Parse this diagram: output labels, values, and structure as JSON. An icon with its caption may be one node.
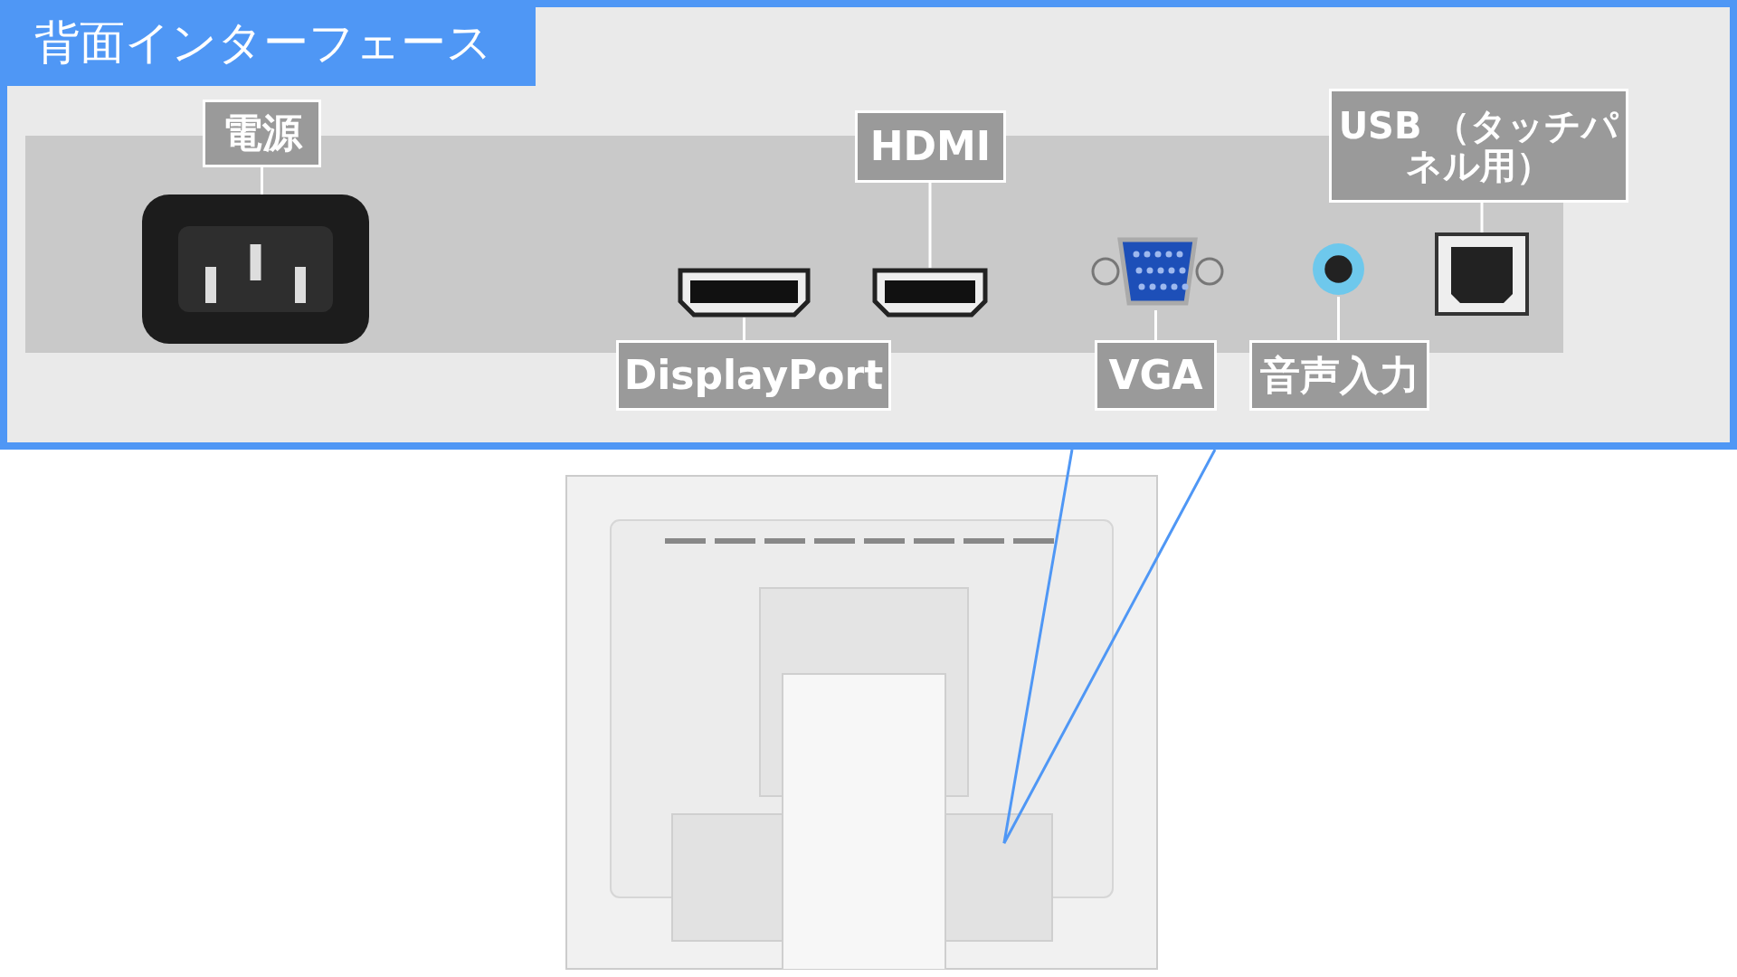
{
  "diagram": {
    "nodes": [
      {
        "text": [
          "背面インターフェース"
        ]
      },
      {
        "text": [
          "電源"
        ],
        "in": 0
      },
      {
        "text": [
          "HDMI"
        ],
        "in": 0
      },
      {
        "text": [
          "USB （タッチパネル用）"
        ],
        "in": 0
      },
      {
        "text": [
          "DisplayPort"
        ],
        "in": 0
      },
      {
        "text": [
          "VGA"
        ],
        "in": 0
      },
      {
        "text": [
          "音声入力"
        ],
        "in": 0
      },
      {
        "text": [],
        "shape": "picture",
        "in": 0
      },
      {
        "text": [],
        "shape": "picture",
        "in": 0
      },
      {
        "text": [],
        "shape": "picture",
        "in": 0
      },
      {
        "text": [],
        "shape": "picture",
        "in": 0
      },
      {
        "text": [],
        "shape": "picture",
        "in": 0
      },
      {
        "text": [],
        "shape": "picture",
        "in": 0
      },
      {
        "text": [],
        "shape": "picture"
      }
    ],
    "edges": [
      {
        "from": 1,
        "to": 7,
        "arrow": "none"
      },
      {
        "from": 2,
        "to": 9,
        "arrow": "none"
      },
      {
        "from": 3,
        "to": 12,
        "arrow": "none"
      },
      {
        "from": 4,
        "to": 8,
        "arrow": "none"
      },
      {
        "from": 5,
        "to": 10,
        "arrow": "none"
      },
      {
        "from": 6,
        "to": 11,
        "arrow": "none"
      },
      {
        "from": 0,
        "to": 13,
        "arrow": "none",
        "color": "#4f97f5"
      }
    ]
  }
}
